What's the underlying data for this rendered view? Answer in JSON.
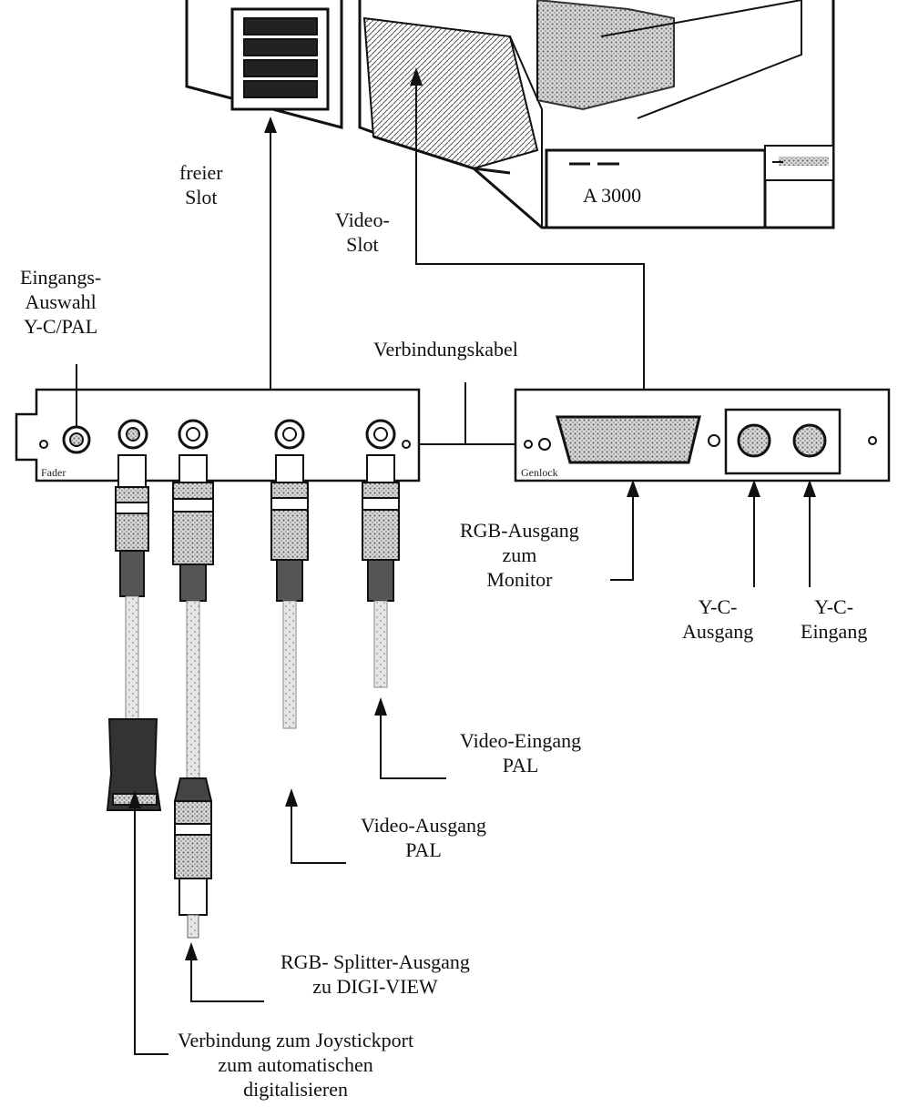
{
  "computer": {
    "model_label": "A 3000"
  },
  "fader_card": {
    "panel_label": "Fader"
  },
  "genlock_card": {
    "panel_label": "Genlock"
  },
  "labels": {
    "free_slot": [
      "freier",
      "Slot"
    ],
    "video_slot": [
      "Video-",
      "Slot"
    ],
    "input_select": [
      "Eingangs-",
      "Auswahl",
      "Y-C/PAL"
    ],
    "connection_cable": [
      "Verbindungskabel"
    ],
    "rgb_out": [
      "RGB-Ausgang",
      "zum",
      "Monitor"
    ],
    "yc_out": [
      "Y-C-",
      "Ausgang"
    ],
    "yc_in": [
      "Y-C-",
      "Eingang"
    ],
    "video_in": [
      "Video-Eingang",
      "PAL"
    ],
    "video_out": [
      "Video-Ausgang",
      "PAL"
    ],
    "rgb_splitter": [
      "RGB- Splitter-Ausgang",
      "zu DIGI-VIEW"
    ],
    "joystick": [
      "Verbindung zum Joystickport",
      "zum automatischen",
      "digitalisieren"
    ]
  }
}
